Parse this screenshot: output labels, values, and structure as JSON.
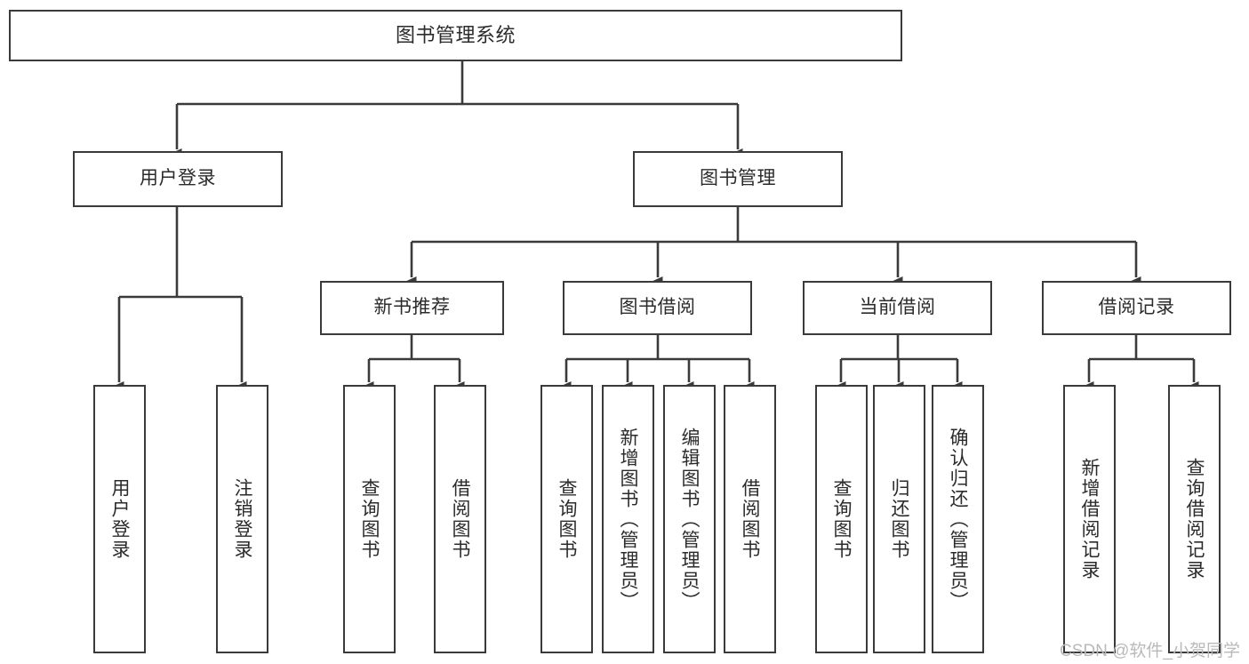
{
  "diagram": {
    "title": "图书管理系统",
    "type": "tree",
    "orientation": "top-down",
    "colors": {
      "node_border": "#3a3a3a",
      "node_fill": "#ffffff",
      "edge": "#3a3a3a",
      "text": "#2b2b2b",
      "watermark": "#b9b9b9",
      "background": "#ffffff"
    },
    "root": {
      "id": "root",
      "label": "图书管理系统"
    },
    "level1": [
      {
        "id": "l1-0",
        "label": "用户登录"
      },
      {
        "id": "l1-1",
        "label": "图书管理"
      }
    ],
    "level2": [
      {
        "id": "l2-0",
        "label": "新书推荐",
        "parent": "l1-1"
      },
      {
        "id": "l2-1",
        "label": "图书借阅",
        "parent": "l1-1"
      },
      {
        "id": "l2-2",
        "label": "当前借阅",
        "parent": "l1-1"
      },
      {
        "id": "l2-3",
        "label": "借阅记录",
        "parent": "l1-1"
      }
    ],
    "leaves": [
      {
        "id": "lf-0",
        "label": "用户登录",
        "parent": "l1-0"
      },
      {
        "id": "lf-1",
        "label": "注销登录",
        "parent": "l1-0"
      },
      {
        "id": "lf-2",
        "label": "查询图书",
        "parent": "l2-0"
      },
      {
        "id": "lf-3",
        "label": "借阅图书",
        "parent": "l2-0"
      },
      {
        "id": "lf-4",
        "label": "查询图书",
        "parent": "l2-1"
      },
      {
        "id": "lf-5",
        "label": "新增图书（管理员）",
        "parent": "l2-1"
      },
      {
        "id": "lf-6",
        "label": "编辑图书（管理员）",
        "parent": "l2-1"
      },
      {
        "id": "lf-7",
        "label": "借阅图书",
        "parent": "l2-1"
      },
      {
        "id": "lf-8",
        "label": "查询图书",
        "parent": "l2-2"
      },
      {
        "id": "lf-9",
        "label": "归还图书",
        "parent": "l2-2"
      },
      {
        "id": "lf-10",
        "label": "确认归还（管理员）",
        "parent": "l2-2"
      },
      {
        "id": "lf-11",
        "label": "新增借阅记录",
        "parent": "l2-3"
      },
      {
        "id": "lf-12",
        "label": "查询借阅记录",
        "parent": "l2-3"
      }
    ]
  },
  "watermark": {
    "text": "CSDN @软件_小贺同学"
  }
}
